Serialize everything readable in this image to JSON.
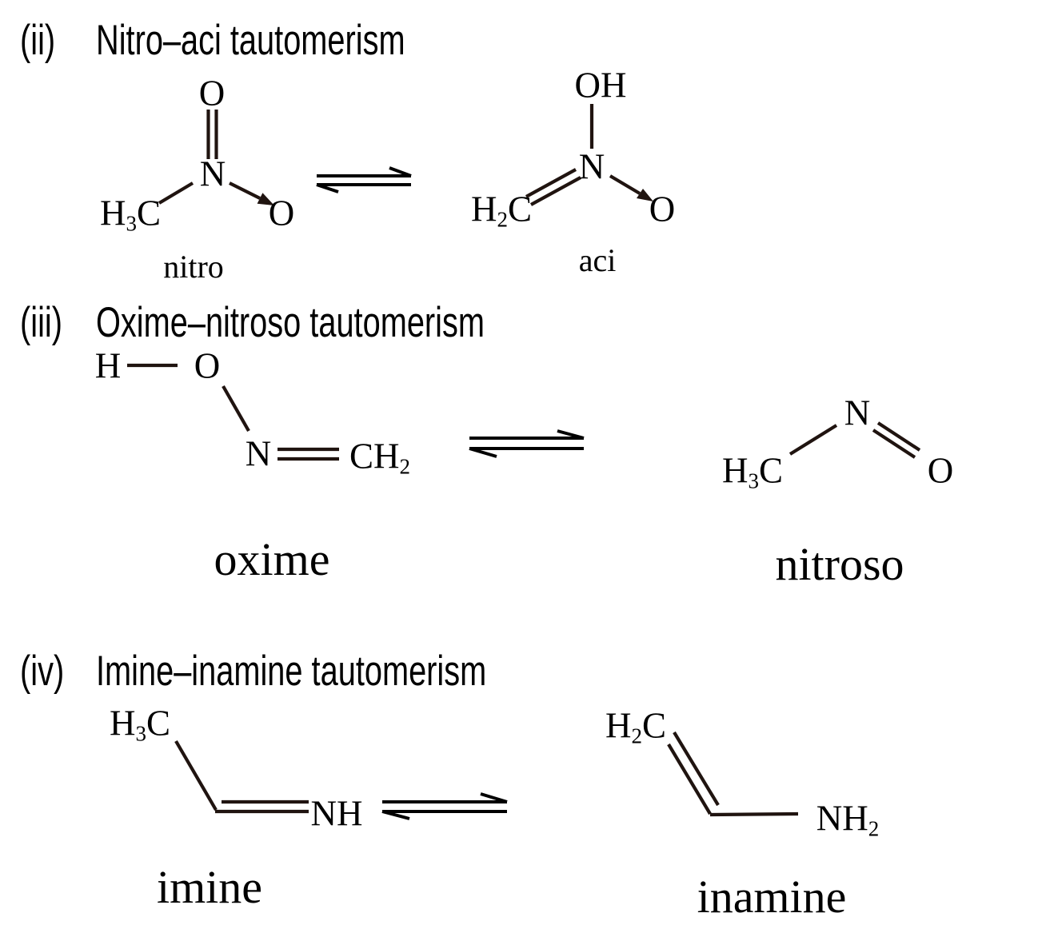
{
  "page": {
    "background": "#ffffff",
    "ink": "#000000",
    "bond_color": "#201410"
  },
  "sections": [
    {
      "number": "(ii)",
      "title": "Nitro–aci tautomerism",
      "left": {
        "label": "nitro",
        "atoms": {
          "methyl": "H₃C",
          "nitrogen": "N",
          "oxygen_top": "O",
          "oxygen_right": "O"
        }
      },
      "right": {
        "label": "aci",
        "atoms": {
          "hydroxyl": "OH",
          "nitrogen": "N",
          "methylene": "H₂C",
          "oxygen_right": "O"
        }
      }
    },
    {
      "number": "(iii)",
      "title": "Oxime–nitroso tautomerism",
      "left": {
        "label": "oxime",
        "atoms": {
          "hydrogen": "H",
          "oxygen": "O",
          "nitrogen": "N",
          "methylene": "CH₂"
        }
      },
      "right": {
        "label": "nitroso",
        "atoms": {
          "methyl": "H₃C",
          "nitrogen": "N",
          "oxygen": "O"
        }
      }
    },
    {
      "number": "(iv)",
      "title": "Imine–inamine tautomerism",
      "left": {
        "label": "imine",
        "atoms": {
          "methyl": "H₃C",
          "imino": "NH"
        }
      },
      "right": {
        "label": "inamine",
        "atoms": {
          "methylene": "H₂C",
          "amino": "NH₂"
        }
      }
    }
  ]
}
